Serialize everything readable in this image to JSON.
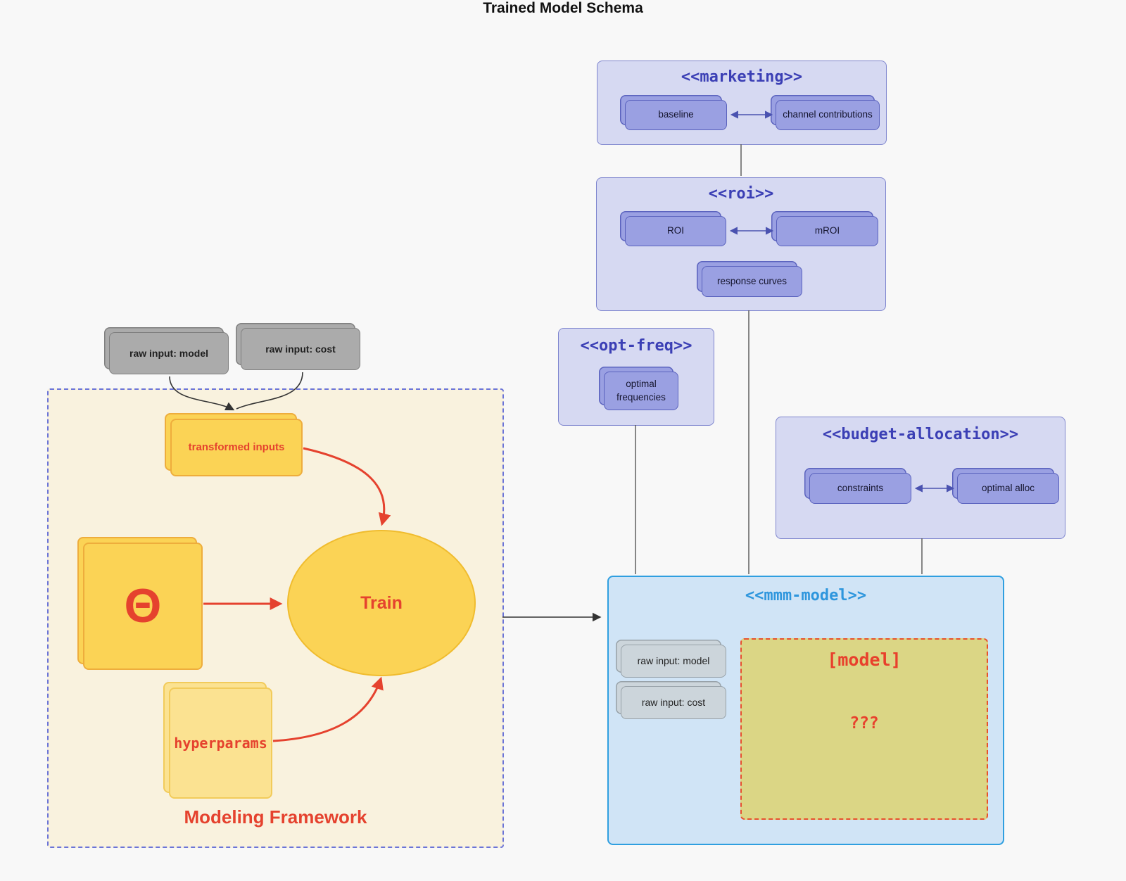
{
  "title": "Trained Model Schema",
  "colors": {
    "background": "#f8f8f8",
    "cluster_purple_fill": "#d6d9f2",
    "cluster_purple_border": "#7e85ce",
    "cluster_purple_title": "#3b3fb5",
    "node_purple_fill": "#9aa0e2",
    "node_purple_border": "#5a62be",
    "mmm_fill": "#d0e4f6",
    "mmm_border": "#2f9fe0",
    "mmm_title": "#2e96dd",
    "framework_fill": "#f9f2de",
    "framework_border": "#6b74d8",
    "yellow_fill": "#fbd355",
    "yellow_border": "#eead3c",
    "hyperparams_fill": "#fbe291",
    "model_box_fill": "#dbd685",
    "red_accent": "#e5422e",
    "gray_node_fill": "#ababab",
    "mmm_gray_node_fill": "#ccd5db"
  },
  "raw_inputs": {
    "model": "raw input: model",
    "cost": "raw input: cost"
  },
  "framework": {
    "label": "Modeling Framework",
    "transformed": "transformed inputs",
    "theta": "Θ",
    "train": "Train",
    "hyperparams": "hyperparams"
  },
  "clusters": {
    "marketing": {
      "title": "<<marketing>>",
      "node_left": "baseline",
      "node_right": "channel contributions"
    },
    "roi": {
      "title": "<<roi>>",
      "node_left": "ROI",
      "node_right": "mROI",
      "node_bottom": "response curves"
    },
    "optfreq": {
      "title": "<<opt-freq>>",
      "node": "optimal frequencies"
    },
    "budget": {
      "title": "<<budget-allocation>>",
      "node_left": "constraints",
      "node_right": "optimal alloc"
    },
    "mmm": {
      "title": "<<mmm-model>>",
      "input_model": "raw input: model",
      "input_cost": "raw input: cost",
      "model_title": "[model]",
      "model_placeholder": "???"
    }
  }
}
